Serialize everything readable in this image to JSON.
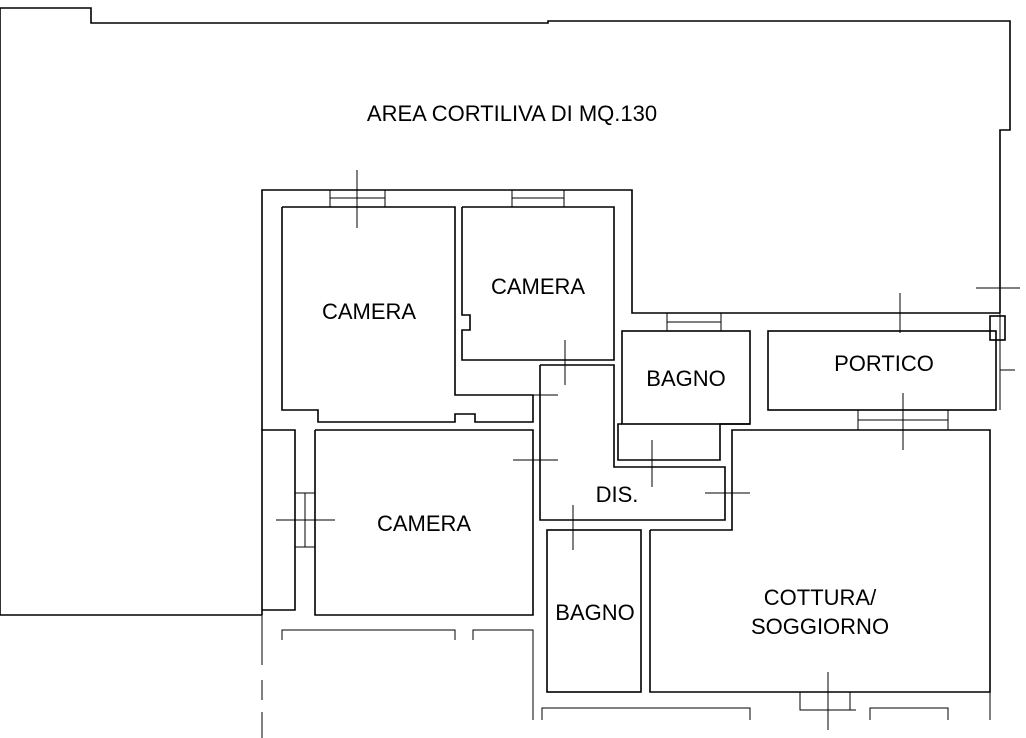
{
  "plan": {
    "courtyard_label": "AREA CORTILIVA DI MQ.130",
    "rooms": {
      "camera_1": "CAMERA",
      "camera_2": "CAMERA",
      "camera_3": "CAMERA",
      "bagno_1": "BAGNO",
      "bagno_2": "BAGNO",
      "portico": "PORTICO",
      "disimpegno": "DIS.",
      "cottura_line1": "COTTURA/",
      "cottura_line2": "SOGGIORNO"
    }
  }
}
